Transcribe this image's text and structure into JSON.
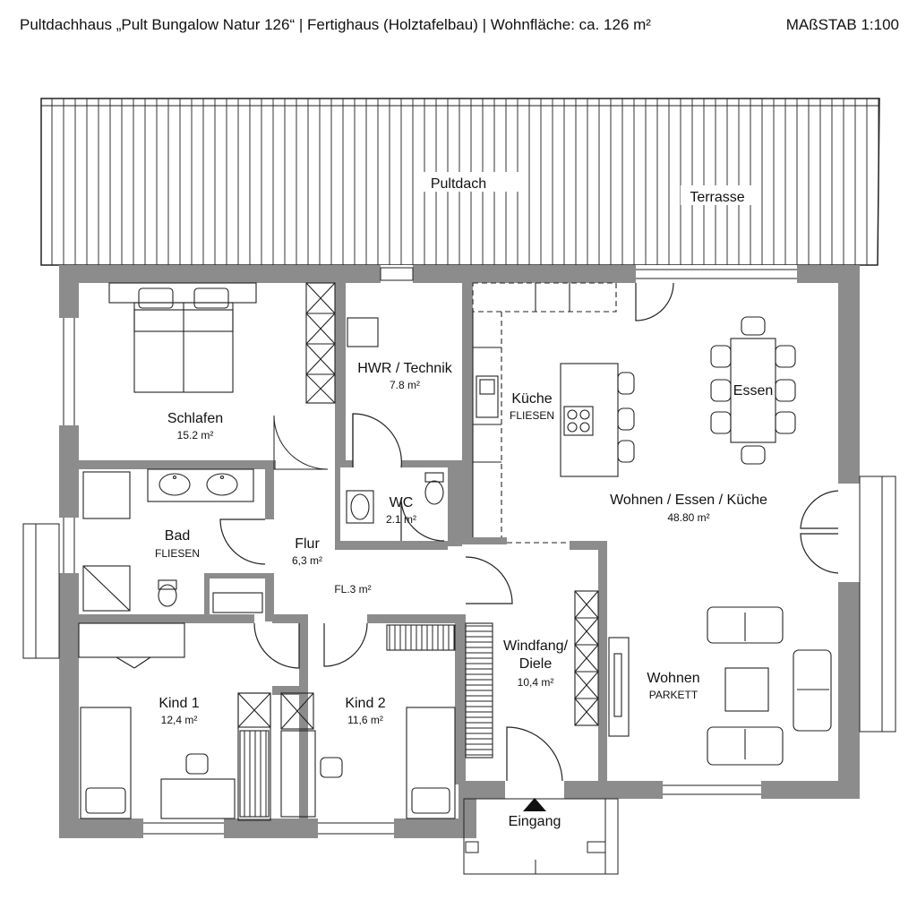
{
  "header": {
    "title": "Pultdachhaus „Pult Bungalow Natur 126“ | Fertighaus (Holztafelbau) | Wohnfläche: ca. 126 m²",
    "scale": "MAßSTAB 1:100"
  },
  "roof": {
    "label": "Pultdach",
    "terrace": "Terrasse"
  },
  "rooms": {
    "schlafen": {
      "name": "Schlafen",
      "area": "15.2 m²"
    },
    "hwr": {
      "name": "HWR / Technik",
      "area": "7.8 m²"
    },
    "kueche": {
      "name": "Küche",
      "floor": "FLIESEN"
    },
    "essen": {
      "name": "Essen"
    },
    "wek": {
      "name": "Wohnen / Essen / Küche",
      "area": "48.80 m²"
    },
    "bad": {
      "name": "Bad",
      "floor": "FLIESEN"
    },
    "wc": {
      "name": "WC",
      "area": "2.1 m²"
    },
    "flur": {
      "name": "Flur",
      "area": "6,3 m²",
      "extra": "FL.3 m²"
    },
    "windfang": {
      "name1": "Windfang/",
      "name2": "Diele",
      "area": "10,4 m²"
    },
    "wohnen": {
      "name": "Wohnen",
      "floor": "PARKETT"
    },
    "kind1": {
      "name": "Kind 1",
      "area": "12,4 m²"
    },
    "kind2": {
      "name": "Kind 2",
      "area": "11,6 m²"
    }
  },
  "entrance": {
    "label": "Eingang"
  }
}
